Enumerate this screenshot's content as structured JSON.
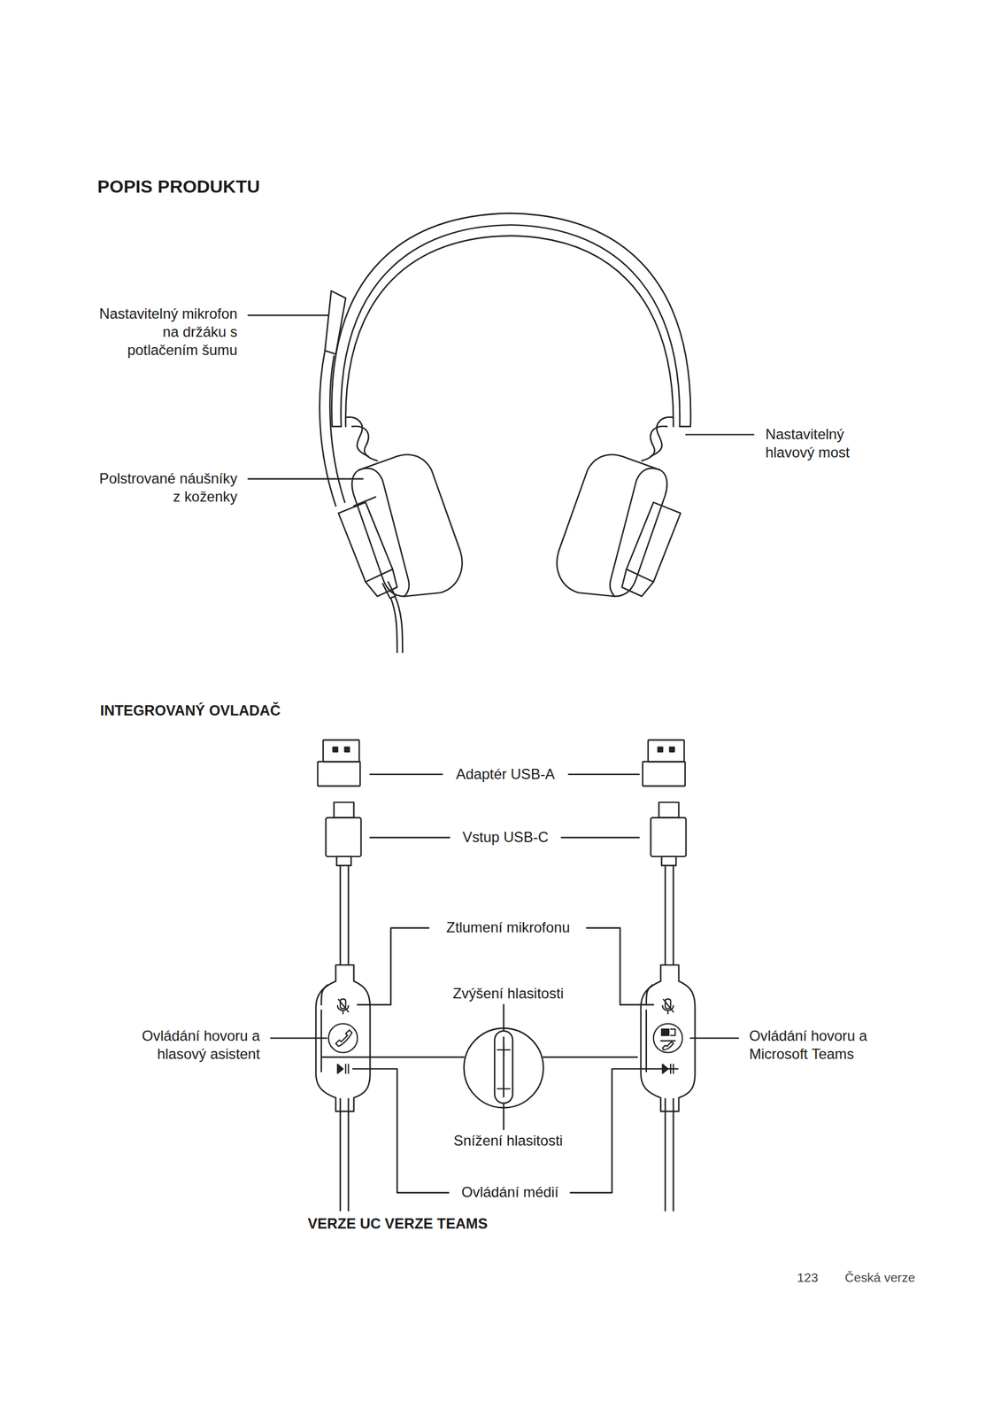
{
  "diagram": {
    "title": "POPIS PRODUKTU",
    "labels": [
      "Nastavitelný mikrofon na držáku s potlačením šumu",
      "Polstrované náušníky z koženky",
      "Nastavitelný hlavový most",
      "INTEGROVANÝ OVLADAČ",
      "Adaptér USB-A",
      "Vstup USB-C",
      "Ztlumení mikrofonu",
      "Zvýšení hlasitosti",
      "Ovládání hovoru a hlasový asistent",
      "Ovládání hovoru a Microsoft Teams",
      "Snížení hlasitosti",
      "Ovládání médií",
      "VERZE UC VERZE TEAMS",
      "123",
      "Česká verze"
    ]
  }
}
